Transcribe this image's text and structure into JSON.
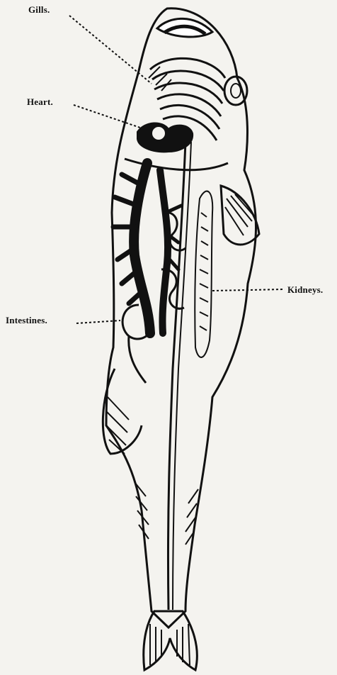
{
  "figure": {
    "labels": {
      "gills": "Gills.",
      "heart": "Heart.",
      "intestines": "Intestines.",
      "kidneys": "Kidneys."
    },
    "ink_color": "#111111",
    "paper_color": "#f4f3ef"
  }
}
